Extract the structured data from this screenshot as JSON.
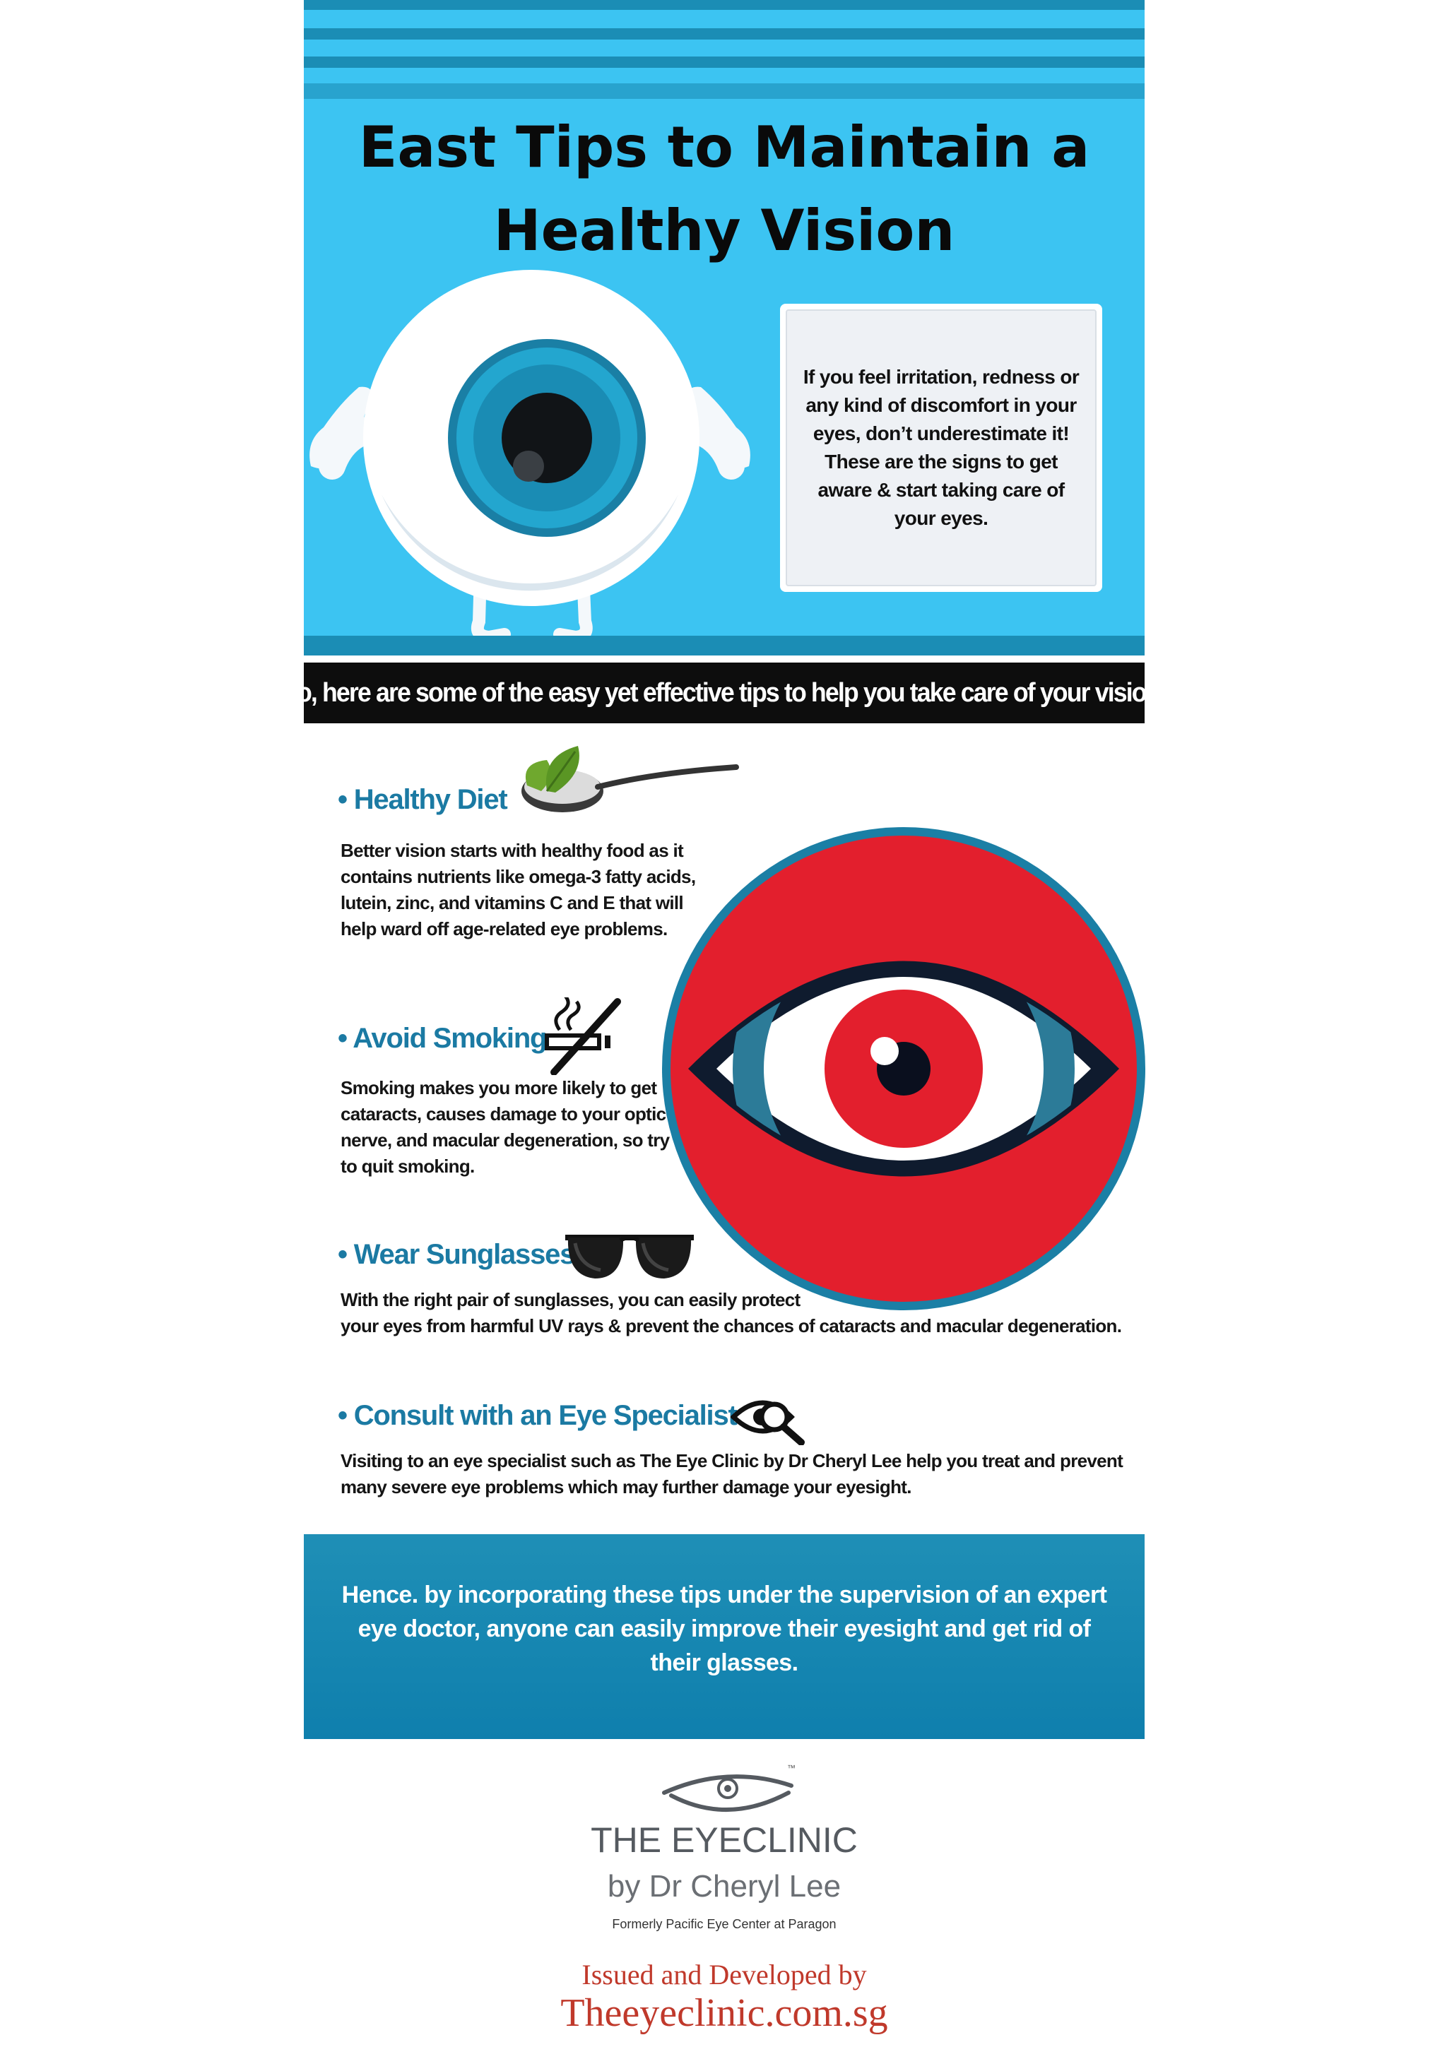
{
  "hero": {
    "title_line1": "East Tips to Maintain a",
    "title_line2": "Healthy Vision",
    "callout": "If you feel irritation, redness or any kind of discomfort in your eyes, don’t underestimate it! These are the signs to get aware & start taking care of your eyes."
  },
  "banner": {
    "text": "So, here are some of the easy yet effective tips to help you take care of your vision:"
  },
  "tips": [
    {
      "title": "• Healthy Diet",
      "body": "Better vision starts with healthy food as it contains nutrients like omega-3 fatty acids, lutein, zinc, and vitamins C and E that will help ward off age-related eye problems.",
      "icon": "leaf-spoon-icon"
    },
    {
      "title": "• Avoid Smoking",
      "body": "Smoking makes you more likely to get cataracts, causes damage to your optic nerve, and macular degeneration, so try to quit smoking.",
      "icon": "no-smoking-icon"
    },
    {
      "title": "• Wear Sunglasses",
      "body_line1": "With the right pair of sunglasses, you can easily protect",
      "body_line2": "your eyes from harmful UV rays & prevent the chances of cataracts and macular degeneration.",
      "icon": "sunglasses-icon"
    },
    {
      "title": "•  Consult with an Eye Specialist",
      "body": "Visiting to an eye specialist such as The Eye Clinic by Dr Cheryl Lee help you treat and prevent many severe eye problems which may further damage your eyesight.",
      "icon": "eye-magnifier-icon"
    }
  ],
  "conclusion": {
    "text": "Hence. by incorporating these tips under the supervision of an expert eye doctor, anyone can easily improve their eyesight and get rid of their glasses."
  },
  "footer": {
    "logo_tm": "™",
    "brand_name": "THE EYECLINIC",
    "brand_by": "by Dr Cheryl Lee",
    "formerly": "Formerly Pacific Eye Center at Paragon",
    "issued": "Issued and Developed by",
    "website": "Theeyeclinic.com.sg"
  },
  "colors": {
    "hero_bg": "#3cc4f2",
    "stripe": "#1b8db5",
    "tip_title": "#1b7aa3",
    "accent_red": "#e31f2d",
    "footer_red": "#c0392b"
  }
}
